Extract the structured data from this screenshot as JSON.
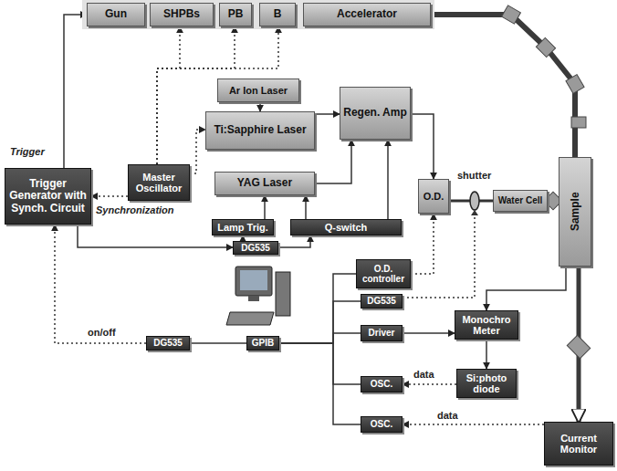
{
  "diagram": {
    "nodes": [
      {
        "text": [
          "Gun"
        ]
      },
      {
        "text": [
          "SHPBs"
        ]
      },
      {
        "text": [
          "PB"
        ]
      },
      {
        "text": [
          "B"
        ]
      },
      {
        "text": [
          "Accelerator"
        ]
      },
      {
        "text": [
          "Ar Ion Laser"
        ]
      },
      {
        "text": [
          "Ti:Sapphire Laser"
        ]
      },
      {
        "text": [
          "Regen. Amp"
        ]
      },
      {
        "text": [
          "O.D."
        ]
      },
      {
        "text": [
          "Water Cell"
        ]
      },
      {
        "text": [
          "Trigger Generator with Synch. Circuit"
        ]
      },
      {
        "text": [
          "Master Oscillator"
        ]
      },
      {
        "text": [
          "YAG Laser"
        ]
      },
      {
        "text": [
          "Sample"
        ]
      },
      {
        "text": [
          "Lamp Trig."
        ]
      },
      {
        "text": [
          "Q-switch"
        ]
      },
      {
        "text": [
          "DG535"
        ]
      },
      {
        "text": [
          "O.D. controller"
        ]
      },
      {
        "text": [
          "DG535"
        ]
      },
      {
        "text": [
          "Driver"
        ]
      },
      {
        "text": [
          "Monochro Meter"
        ]
      },
      {
        "text": [
          "Si:photo diode"
        ]
      },
      {
        "text": [
          "OSC."
        ]
      },
      {
        "text": [
          "OSC."
        ]
      },
      {
        "text": [
          "GPIB"
        ]
      },
      {
        "text": [
          "DG535"
        ]
      },
      {
        "text": [
          "Current Monitor"
        ]
      }
    ],
    "edges": [
      {
        "from": 10,
        "to": 0,
        "arrow": "to"
      },
      {
        "from": 11,
        "to": 1,
        "arrow": "to"
      },
      {
        "from": 11,
        "to": 2,
        "arrow": "to"
      },
      {
        "from": 11,
        "to": 3,
        "arrow": "to"
      },
      {
        "from": 11,
        "to": 6,
        "arrow": "to"
      },
      {
        "from": 11,
        "to": 10,
        "arrow": "to"
      },
      {
        "from": 5,
        "to": 6,
        "arrow": "to"
      },
      {
        "from": 6,
        "to": 7,
        "arrow": "to"
      },
      {
        "from": 12,
        "to": 7,
        "arrow": "to"
      },
      {
        "from": 7,
        "to": 8,
        "arrow": "to"
      },
      {
        "from": 14,
        "to": 12,
        "arrow": "to"
      },
      {
        "from": 15,
        "to": 12,
        "arrow": "to"
      },
      {
        "from": 15,
        "to": 7,
        "arrow": "to"
      },
      {
        "from": 10,
        "to": 16,
        "arrow": "to"
      },
      {
        "from": 16,
        "to": 14,
        "arrow": "to"
      },
      {
        "from": 16,
        "to": 15,
        "arrow": "to"
      },
      {
        "from": 17,
        "to": 8,
        "arrow": "to"
      },
      {
        "from": 19,
        "to": 20,
        "arrow": "to"
      },
      {
        "from": 20,
        "to": 21,
        "arrow": "to"
      },
      {
        "from": 21,
        "to": 22,
        "arrow": "to"
      },
      {
        "from": 26,
        "to": 23,
        "arrow": "to"
      },
      {
        "from": 24,
        "to": 17,
        "arrow": "none"
      },
      {
        "from": 24,
        "to": 18,
        "arrow": "none"
      },
      {
        "from": 24,
        "to": 19,
        "arrow": "none"
      },
      {
        "from": 24,
        "to": 22,
        "arrow": "none"
      },
      {
        "from": 24,
        "to": 23,
        "arrow": "none"
      },
      {
        "from": 24,
        "to": 25,
        "arrow": "none"
      },
      {
        "from": 25,
        "to": 10,
        "arrow": "to"
      },
      {
        "from": 4,
        "to": 13,
        "arrow": "none"
      },
      {
        "from": 8,
        "to": 9,
        "arrow": "none"
      },
      {
        "from": 9,
        "to": 13,
        "arrow": "none"
      },
      {
        "from": 13,
        "to": 26,
        "arrow": "to"
      },
      {
        "from": 13,
        "to": 20,
        "arrow": "to"
      }
    ],
    "labels": [
      "Trigger",
      "Synchronization",
      "shutter",
      "on/off",
      "data",
      "data"
    ]
  }
}
